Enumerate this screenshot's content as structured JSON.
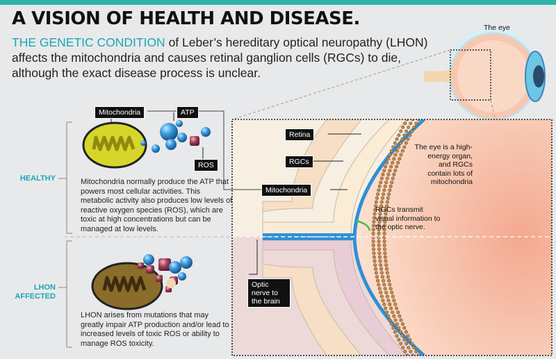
{
  "title": "A VISION OF HEALTH AND DISEASE.",
  "intro": {
    "highlight": "THE GENETIC CONDITION",
    "rest": " of Leber’s hereditary optical neuropathy (LHON) affects the mitochondria and causes retinal ganglion cells (RGCs) to die, although the exact disease process is unclear."
  },
  "eye_label": "The eye",
  "healthy": {
    "label": "HEALTHY",
    "desc": "Mitochondria normally produce the ATP that powers most cellular activities. This metabolic activity also produces low levels of reactive oxygen species (ROS), which are toxic at high concentrations but can be managed at low levels."
  },
  "affected": {
    "label_line1": "LHON",
    "label_line2": "AFFECTED",
    "desc": "LHON arises from mutations that may greatly impair ATP production and/or lead to increased levels of toxic ROS or ability to manage ROS toxicity."
  },
  "tags": {
    "mitochondria": "Mitochondria",
    "atp": "ATP",
    "ros": "ROS",
    "retina": "Retina",
    "rgcs": "RGCs",
    "mito_inset": "Mitochondria",
    "optic_nerve": "Optic nerve to the brain"
  },
  "notes": {
    "energy": "The eye is a high-energy organ, and RGCs contain lots of mitochondria",
    "transmit": "RGCs transmit visual information to the optic nerve."
  },
  "colors": {
    "accent": "#1aa6b7",
    "atp_blue": "#2f8fd6",
    "ros_maroon": "#a3405d",
    "mito_healthy": "#d6d62a",
    "mito_affected": "#8a6d2a"
  }
}
